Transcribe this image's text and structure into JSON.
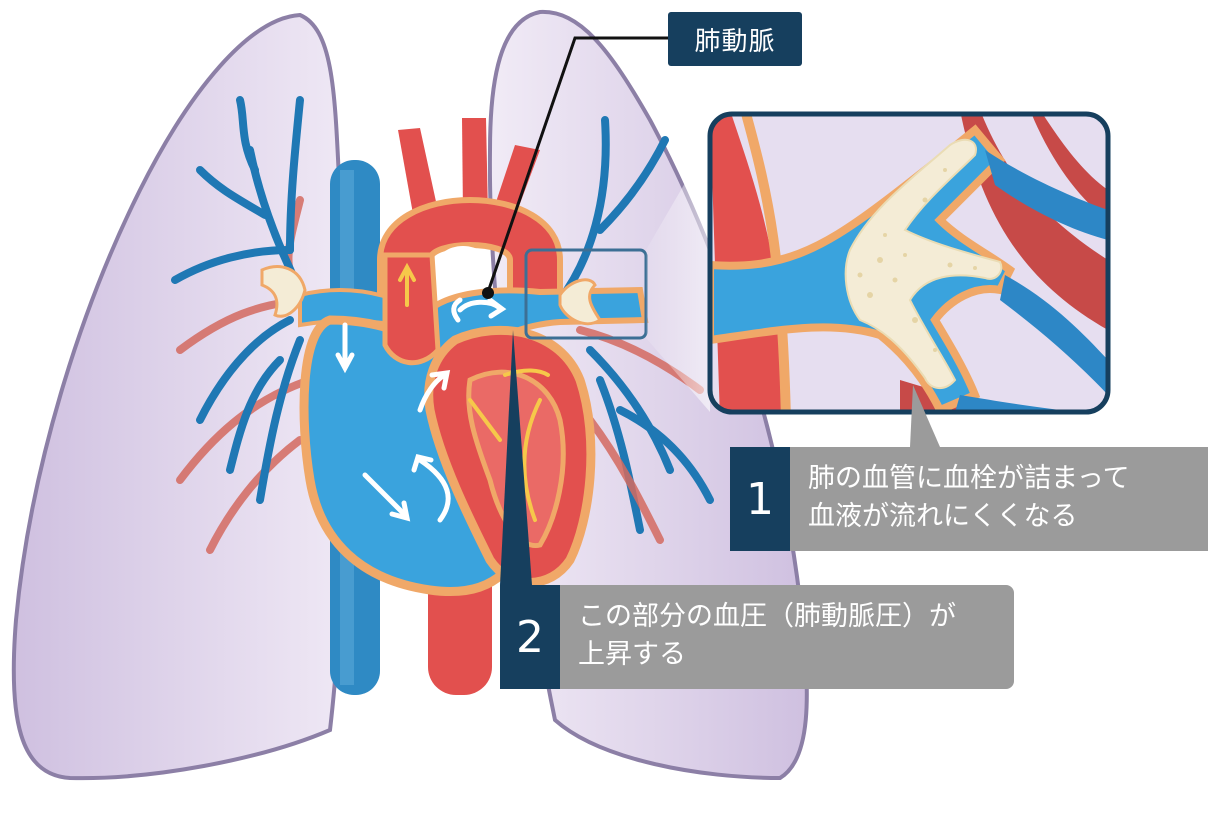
{
  "labels": {
    "pulmonary_artery": "肺動脈"
  },
  "callouts": [
    {
      "number": "1",
      "line1": "肺の血管に血栓が詰まって",
      "line2": "血液が流れにくくなる"
    },
    {
      "number": "2",
      "line1": "この部分の血圧（肺動脈圧）が",
      "line2": "上昇する"
    }
  ],
  "colors": {
    "lung": "#e7def0",
    "lung_outline": "#8c7fa6",
    "vein_blue": "#2d87c6",
    "artery_red": "#e2504e",
    "heart_outline": "#f0a868",
    "clot": "#f4ecd6",
    "navy": "#163f5e",
    "callout_gray": "#9b9b9b"
  }
}
